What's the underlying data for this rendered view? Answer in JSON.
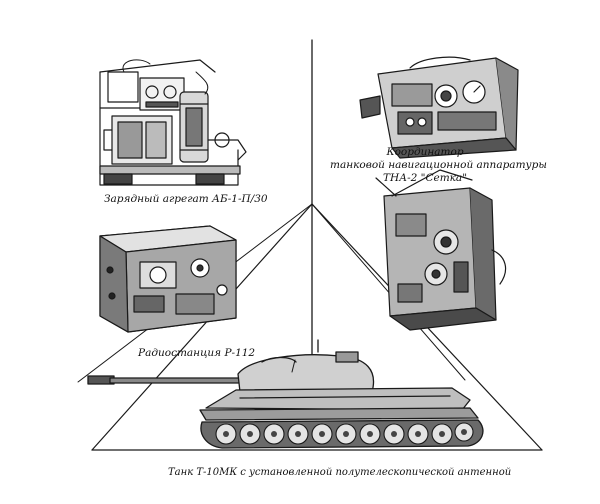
{
  "captions": {
    "charger": "Зарядный агрегат АБ-1-П/30",
    "coordinator_line1": "Координатор",
    "coordinator_line2": "танковой навигационной аппаратуры",
    "coordinator_line3": "ТНА-2 \"Сетка\"",
    "radio": "Радиостанция Р-112",
    "tank": "Танк Т-10МК с установленной полутелескопической антенной"
  }
}
